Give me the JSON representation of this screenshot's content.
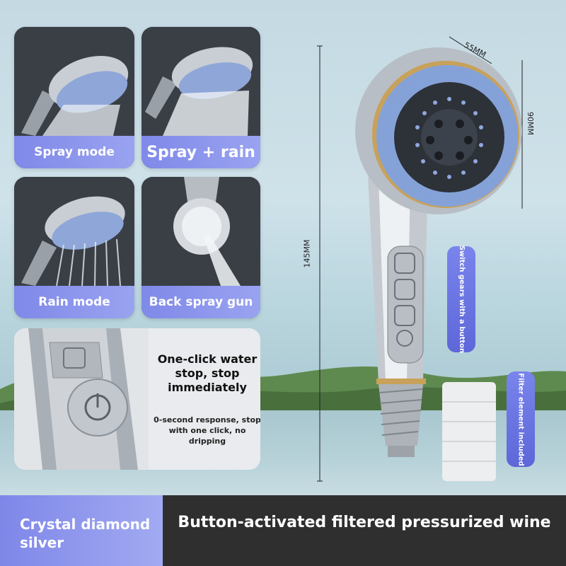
{
  "modes": [
    {
      "label": "Spray mode"
    },
    {
      "label": "Spray + rain"
    },
    {
      "label": "Rain mode"
    },
    {
      "label": "Back spray gun"
    }
  ],
  "water_stop": {
    "title": "One-click water stop, stop immediately",
    "description": "0-second response, stop with one click, no dripping"
  },
  "dimensions": {
    "width": "55MM",
    "head": "90MM",
    "length": "145MM"
  },
  "callouts": {
    "switch": "Switch gears with a button",
    "filter": "Filter element included"
  },
  "footer": {
    "color_name": "Crystal diamond silver",
    "product_title": "Button-activated filtered pressurized wine"
  },
  "colors": {
    "accent": "#7f89e8",
    "footer_dark": "#2f2f2f",
    "silicone_blue": "#7f9ed6"
  }
}
